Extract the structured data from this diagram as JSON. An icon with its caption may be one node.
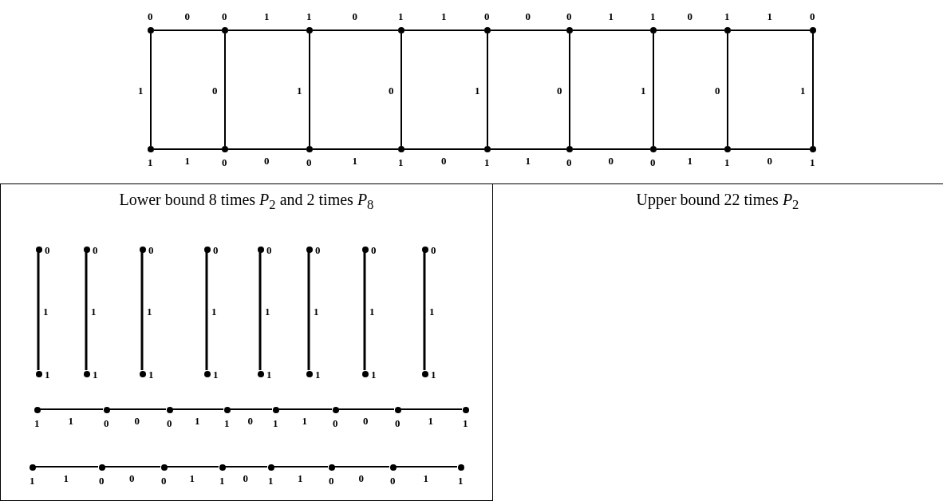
{
  "diagram": {
    "nodes": [
      {
        "text": [],
        "shape": "circle",
        "beside": [
          "0"
        ]
      },
      {
        "text": [],
        "shape": "circle",
        "beside": [
          "0"
        ]
      },
      {
        "text": [],
        "shape": "circle",
        "beside": [
          "1"
        ]
      },
      {
        "text": [],
        "shape": "circle",
        "beside": [
          "1"
        ]
      },
      {
        "text": [],
        "shape": "circle",
        "beside": [
          "0"
        ]
      },
      {
        "text": [],
        "shape": "circle",
        "beside": [
          "0"
        ]
      },
      {
        "text": [],
        "shape": "circle",
        "beside": [
          "1"
        ]
      },
      {
        "text": [],
        "shape": "circle",
        "beside": [
          "1"
        ]
      },
      {
        "text": [],
        "shape": "circle",
        "beside": [
          "0"
        ]
      },
      {
        "text": [],
        "shape": "circle",
        "beside": [
          "1"
        ]
      },
      {
        "text": [],
        "shape": "circle",
        "beside": [
          "0"
        ]
      },
      {
        "text": [],
        "shape": "circle",
        "beside": [
          "0"
        ]
      },
      {
        "text": [],
        "shape": "circle",
        "beside": [
          "1"
        ]
      },
      {
        "text": [],
        "shape": "circle",
        "beside": [
          "1"
        ]
      },
      {
        "text": [],
        "shape": "circle",
        "beside": [
          "0"
        ]
      },
      {
        "text": [],
        "shape": "circle",
        "beside": [
          "0"
        ]
      },
      {
        "text": [],
        "shape": "circle",
        "beside": [
          "1"
        ]
      },
      {
        "text": [],
        "shape": "circle",
        "beside": [
          "1"
        ]
      },
      {
        "text": [
          "Lower bound 8 times *P*$_{2}$ and 2 times *P*$_{8}$"
        ]
      },
      {
        "text": [
          "Upper bound 22 times *P*$_{2}$"
        ]
      },
      {
        "text": [],
        "shape": "circle",
        "beside": [
          "0"
        ],
        "in": 18
      },
      {
        "text": [],
        "shape": "circle",
        "beside": [
          "1"
        ],
        "in": 18
      },
      {
        "text": [],
        "shape": "circle",
        "beside": [
          "0"
        ],
        "in": 18
      },
      {
        "text": [],
        "shape": "circle",
        "beside": [
          "1"
        ],
        "in": 18
      },
      {
        "text": [],
        "shape": "circle",
        "beside": [
          "0"
        ],
        "in": 18
      },
      {
        "text": [],
        "shape": "circle",
        "beside": [
          "1"
        ],
        "in": 18
      },
      {
        "text": [],
        "shape": "circle",
        "beside": [
          "0"
        ],
        "in": 18
      },
      {
        "text": [],
        "shape": "circle",
        "beside": [
          "1"
        ],
        "in": 18
      },
      {
        "text": [],
        "shape": "circle",
        "beside": [
          "0"
        ],
        "in": 18
      },
      {
        "text": [],
        "shape": "circle",
        "beside": [
          "1"
        ],
        "in": 18
      },
      {
        "text": [],
        "shape": "circle",
        "beside": [
          "0"
        ],
        "in": 18
      },
      {
        "text": [],
        "shape": "circle",
        "beside": [
          "1"
        ],
        "in": 18
      },
      {
        "text": [],
        "shape": "circle",
        "beside": [
          "0"
        ],
        "in": 18
      },
      {
        "text": [],
        "shape": "circle",
        "beside": [
          "1"
        ],
        "in": 18
      },
      {
        "text": [],
        "shape": "circle",
        "beside": [
          "0"
        ],
        "in": 18
      },
      {
        "text": [],
        "shape": "circle",
        "beside": [
          "1"
        ],
        "in": 18
      },
      {
        "text": [],
        "shape": "circle",
        "beside": [
          "1"
        ],
        "in": 18
      },
      {
        "text": [],
        "shape": "circle",
        "beside": [
          "0"
        ],
        "in": 18
      },
      {
        "text": [],
        "shape": "circle",
        "beside": [
          "0"
        ],
        "in": 18
      },
      {
        "text": [],
        "shape": "circle",
        "beside": [
          "1"
        ],
        "in": 18
      },
      {
        "text": [],
        "shape": "circle",
        "beside": [
          "1"
        ],
        "in": 18
      },
      {
        "text": [],
        "shape": "circle",
        "beside": [
          "0"
        ],
        "in": 18
      },
      {
        "text": [],
        "shape": "circle",
        "beside": [
          "0"
        ],
        "in": 18
      },
      {
        "text": [],
        "shape": "circle",
        "beside": [
          "1"
        ],
        "in": 18
      },
      {
        "text": [],
        "shape": "circle",
        "beside": [
          "1"
        ],
        "in": 18
      },
      {
        "text": [],
        "shape": "circle",
        "beside": [
          "0"
        ],
        "in": 18
      },
      {
        "text": [],
        "shape": "circle",
        "beside": [
          "0"
        ],
        "in": 18
      },
      {
        "text": [],
        "shape": "circle",
        "beside": [
          "1"
        ],
        "in": 18
      },
      {
        "text": [],
        "shape": "circle",
        "beside": [
          "1"
        ],
        "in": 18
      },
      {
        "text": [],
        "shape": "circle",
        "beside": [
          "0"
        ],
        "in": 18
      },
      {
        "text": [],
        "shape": "circle",
        "beside": [
          "0"
        ],
        "in": 18
      },
      {
        "text": [],
        "shape": "circle",
        "beside": [
          "1"
        ],
        "in": 18
      }
    ],
    "edges": [
      {
        "from": 0,
        "to": 1,
        "arrow": "none",
        "label": "0"
      },
      {
        "from": 1,
        "to": 2,
        "arrow": "none",
        "label": "1"
      },
      {
        "from": 2,
        "to": 3,
        "arrow": "none",
        "label": "0"
      },
      {
        "from": 3,
        "to": 4,
        "arrow": "none",
        "label": "1"
      },
      {
        "from": 4,
        "to": 5,
        "arrow": "none",
        "label": "0"
      },
      {
        "from": 5,
        "to": 6,
        "arrow": "none",
        "label": "1"
      },
      {
        "from": 6,
        "to": 7,
        "arrow": "none",
        "label": "0"
      },
      {
        "from": 7,
        "to": 8,
        "arrow": "none",
        "label": "1"
      },
      {
        "from": 0,
        "to": 9,
        "arrow": "none",
        "label": "1"
      },
      {
        "from": 1,
        "to": 10,
        "arrow": "none",
        "label": "0"
      },
      {
        "from": 2,
        "to": 11,
        "arrow": "none",
        "label": "1"
      },
      {
        "from": 3,
        "to": 12,
        "arrow": "none",
        "label": "0"
      },
      {
        "from": 4,
        "to": 13,
        "arrow": "none",
        "label": "1"
      },
      {
        "from": 5,
        "to": 14,
        "arrow": "none",
        "label": "0"
      },
      {
        "from": 6,
        "to": 15,
        "arrow": "none",
        "label": "1"
      },
      {
        "from": 7,
        "to": 16,
        "arrow": "none",
        "label": "0"
      },
      {
        "from": 8,
        "to": 17,
        "arrow": "none",
        "label": "1"
      },
      {
        "from": 9,
        "to": 10,
        "arrow": "none",
        "label": "1"
      },
      {
        "from": 10,
        "to": 11,
        "arrow": "none",
        "label": "0"
      },
      {
        "from": 11,
        "to": 12,
        "arrow": "none",
        "label": "1"
      },
      {
        "from": 12,
        "to": 13,
        "arrow": "none",
        "label": "0"
      },
      {
        "from": 13,
        "to": 14,
        "arrow": "none",
        "label": "1"
      },
      {
        "from": 14,
        "to": 15,
        "arrow": "none",
        "label": "0"
      },
      {
        "from": 15,
        "to": 16,
        "arrow": "none",
        "label": "1"
      },
      {
        "from": 16,
        "to": 17,
        "arrow": "none",
        "label": "0"
      },
      {
        "from": 20,
        "to": 21,
        "arrow": "none",
        "label": "1"
      },
      {
        "from": 22,
        "to": 23,
        "arrow": "none",
        "label": "1"
      },
      {
        "from": 24,
        "to": 25,
        "arrow": "none",
        "label": "1"
      },
      {
        "from": 26,
        "to": 27,
        "arrow": "none",
        "label": "1"
      },
      {
        "from": 28,
        "to": 29,
        "arrow": "none",
        "label": "1"
      },
      {
        "from": 30,
        "to": 31,
        "arrow": "none",
        "label": "1"
      },
      {
        "from": 32,
        "to": 33,
        "arrow": "none",
        "label": "1"
      },
      {
        "from": 34,
        "to": 35,
        "arrow": "none",
        "label": "1"
      },
      {
        "from": 36,
        "to": 37,
        "arrow": "none",
        "label": "1"
      },
      {
        "from": 37,
        "to": 38,
        "arrow": "none",
        "label": "0"
      },
      {
        "from": 38,
        "to": 39,
        "arrow": "none",
        "label": "1"
      },
      {
        "from": 39,
        "to": 40,
        "arrow": "none",
        "label": "0"
      },
      {
        "from": 40,
        "to": 41,
        "arrow": "none",
        "label": "1"
      },
      {
        "from": 41,
        "to": 42,
        "arrow": "none",
        "label": "0"
      },
      {
        "from": 42,
        "to": 43,
        "arrow": "none",
        "label": "1"
      },
      {
        "from": 44,
        "to": 45,
        "arrow": "none",
        "label": "1"
      },
      {
        "from": 45,
        "to": 46,
        "arrow": "none",
        "label": "0"
      },
      {
        "from": 46,
        "to": 47,
        "arrow": "none",
        "label": "1"
      },
      {
        "from": 47,
        "to": 48,
        "arrow": "none",
        "label": "0"
      },
      {
        "from": 48,
        "to": 49,
        "arrow": "none",
        "label": "1"
      },
      {
        "from": 49,
        "to": 50,
        "arrow": "none",
        "label": "0"
      },
      {
        "from": 50,
        "to": 51,
        "arrow": "none",
        "label": "1"
      }
    ]
  }
}
